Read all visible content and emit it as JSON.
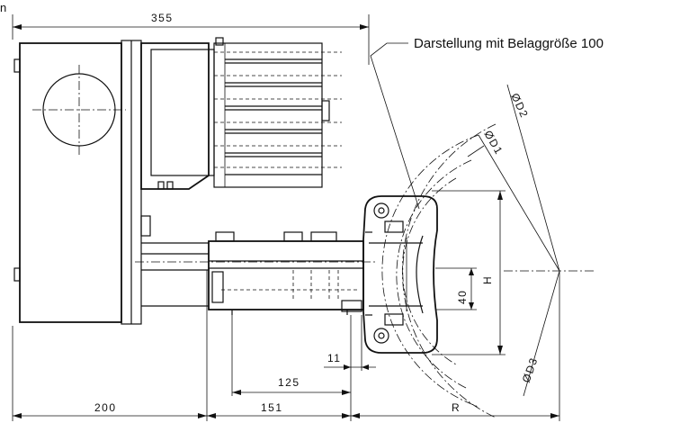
{
  "corner_label": "n",
  "note": "Darstellung mit Belaggröße 100",
  "dimensions": {
    "overall_width": "355",
    "base_left": "200",
    "mid_span": "151",
    "radius": "R",
    "span_125": "125",
    "gap_11": "11",
    "pad_40": "40",
    "height": "H",
    "d1": "ØD1",
    "d2": "ØD2",
    "d3": "ØD3"
  }
}
